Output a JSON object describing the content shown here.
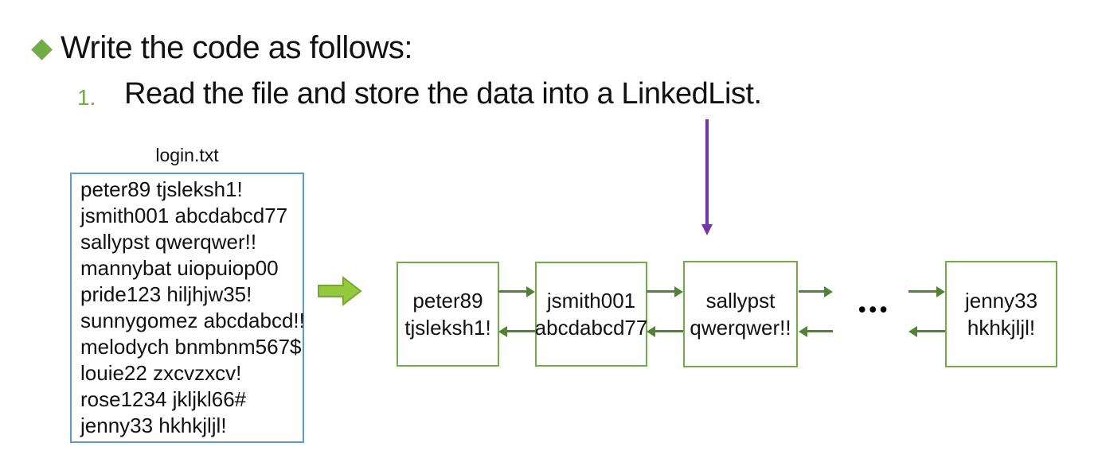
{
  "slide": {
    "title": "Write the code as follows:",
    "steps": [
      {
        "number": "1.",
        "text": "Read the file and store the data into a LinkedList."
      }
    ]
  },
  "file": {
    "label": "login.txt",
    "lines": [
      "peter89 tjsleksh1!",
      "jsmith001 abcdabcd77",
      "sallypst qwerqwer!!",
      "mannybat uiopuiop00",
      "pride123 hiljhjw35!",
      "sunnygomez abcdabcd!!",
      "melodych bnmbnm567$",
      "louie22 zxcvzxcv!",
      "rose1234 jkljkl66#",
      "jenny33 hkhkjljl!"
    ]
  },
  "diagram": {
    "nodes": [
      {
        "line1": "peter89",
        "line2": "tjsleksh1!"
      },
      {
        "line1": "jsmith001",
        "line2": "abcdabcd77"
      },
      {
        "line1": "sallypst",
        "line2": "qwerqwer!!"
      },
      {
        "line1": "jenny33",
        "line2": "hkhkjljl!"
      }
    ],
    "ellipsis": "•••"
  },
  "colors": {
    "accent_green": "#70AD47",
    "node_border": "#70AD47",
    "link_arrow": "#538135",
    "block_arrow_fill": "#94C93E",
    "block_arrow_stroke": "#76A832",
    "pointer_arrow_purple": "#7436A4",
    "file_box_border": "#5B9BD5"
  }
}
